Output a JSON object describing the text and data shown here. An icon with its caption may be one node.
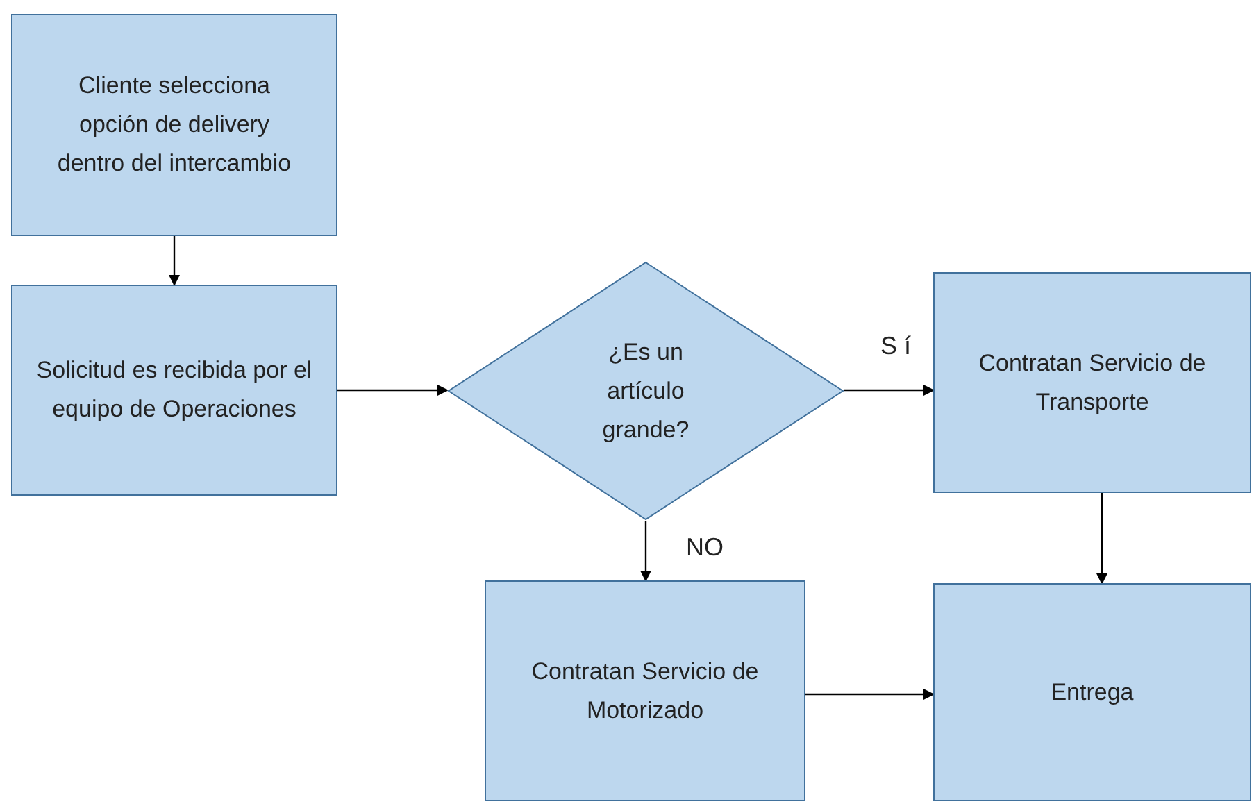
{
  "diagram": {
    "nodes": [
      {
        "text": [
          "Cliente selecciona opción de delivery dentro del intercambio"
        ]
      },
      {
        "text": [
          "Solicitud es recibida por el equipo de Operaciones"
        ]
      },
      {
        "text": [
          "¿Es un artículo grande?"
        ]
      },
      {
        "text": [
          "Contratan Servicio de Transporte"
        ]
      },
      {
        "text": [
          "Contratan Servicio de Motorizado"
        ]
      },
      {
        "text": [
          "Entrega"
        ]
      }
    ],
    "edges": [
      {
        "from": 0,
        "to": 1,
        "arrow": "to"
      },
      {
        "from": 1,
        "to": 2,
        "arrow": "to"
      },
      {
        "from": 2,
        "to": 3,
        "arrow": "to",
        "label": "S í"
      },
      {
        "from": 2,
        "to": 4,
        "arrow": "to",
        "label": "NO"
      },
      {
        "from": 3,
        "to": 5,
        "arrow": "to"
      },
      {
        "from": 4,
        "to": 5,
        "arrow": "to"
      }
    ]
  }
}
